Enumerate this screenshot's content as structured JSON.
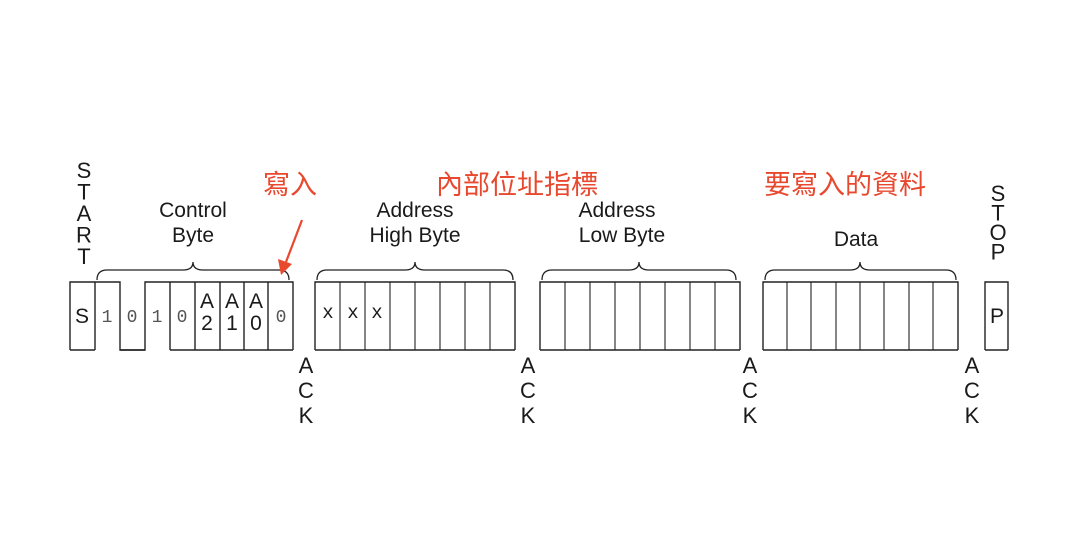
{
  "labels": {
    "start": "START",
    "stop": "STOP",
    "control_byte": [
      "Control",
      "Byte"
    ],
    "address_high": [
      "Address",
      "High Byte"
    ],
    "address_low": [
      "Address",
      "Low Byte"
    ],
    "data": "Data",
    "ack": "ACK",
    "write_note": "寫入",
    "pointer_note": "內部位址指標",
    "data_note": "要寫入的資料"
  },
  "bits": {
    "start": "S",
    "control": [
      "1",
      "0",
      "1",
      "0"
    ],
    "chip_select": [
      [
        "A",
        "2"
      ],
      [
        "A",
        "1"
      ],
      [
        "A",
        "0"
      ]
    ],
    "rw": "0",
    "dont_care": [
      "x",
      "x",
      "x"
    ],
    "stop": "P"
  },
  "colors": {
    "annotation": "#e8482e",
    "line": "#222222",
    "text": "#1a1a1a"
  }
}
